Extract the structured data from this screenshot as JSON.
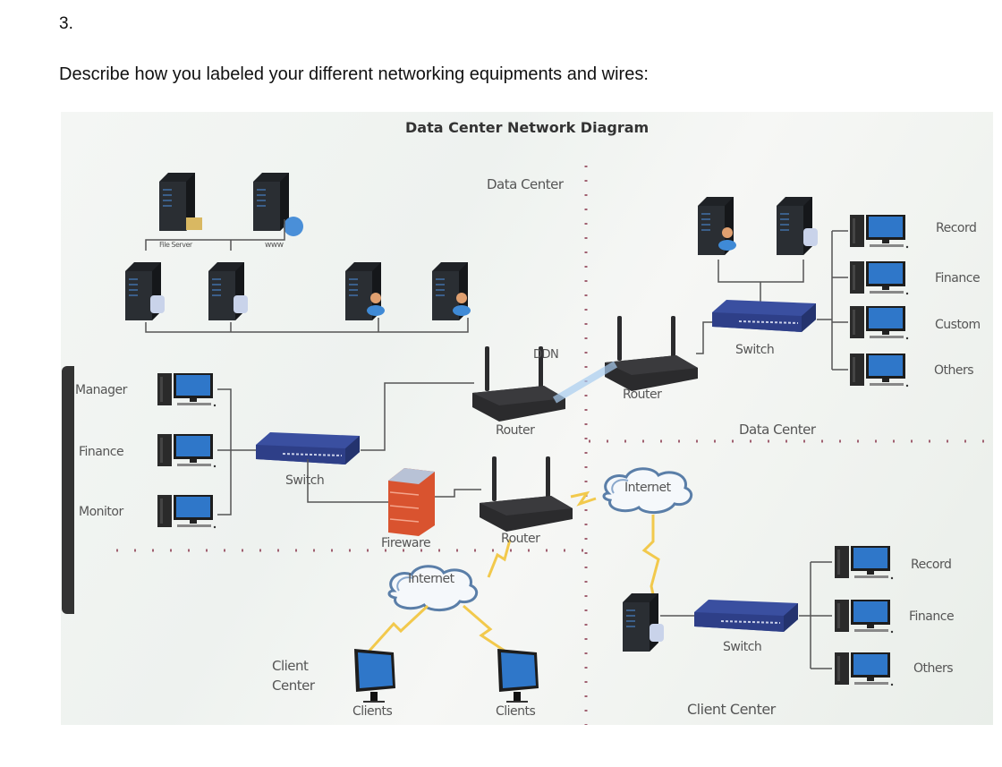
{
  "question": {
    "number": "3.",
    "prompt": "Describe how you labeled your different networking equipments and wires:"
  },
  "diagram": {
    "title": "Data Center Network Diagram",
    "zones": {
      "data_center_top": "Data Center",
      "data_center_right": "Data Center",
      "client_center_left": "Client\nCenter",
      "client_center_left_line1": "Client",
      "client_center_left_line2": "Center",
      "client_center_bottom": "Client Center"
    },
    "servers_top_left": {
      "file_server_label": "File Server",
      "www_label": "www"
    },
    "left_workstations": [
      "Manager",
      "Finance",
      "Monitor"
    ],
    "left_switch_label": "Switch",
    "firewall_label": "Fireware",
    "router_ddn_label": "DDN",
    "router_upper_label": "Router",
    "router_lower_label": "Router",
    "router_right_label": "Router",
    "right_switch_label": "Switch",
    "right_workstations": [
      "Record",
      "Finance",
      "Custom",
      "Others"
    ],
    "internet_right_label": "Internet",
    "internet_bottom_label": "Internet",
    "clients": [
      "Clients",
      "Clients"
    ],
    "client_switch_label": "Switch",
    "client_workstations": [
      "Record",
      "Finance",
      "Others"
    ],
    "colors": {
      "server": "#1f2226",
      "monitor_screen": "#2f77c9",
      "switch": "#3a4fa0",
      "router": "#2b2b2d",
      "firewall": "#d9532f",
      "lightning": "#f2c94c",
      "cloud_stroke": "#5a7ea8",
      "divider_dots": "#a06070",
      "wire": "#555555"
    }
  }
}
